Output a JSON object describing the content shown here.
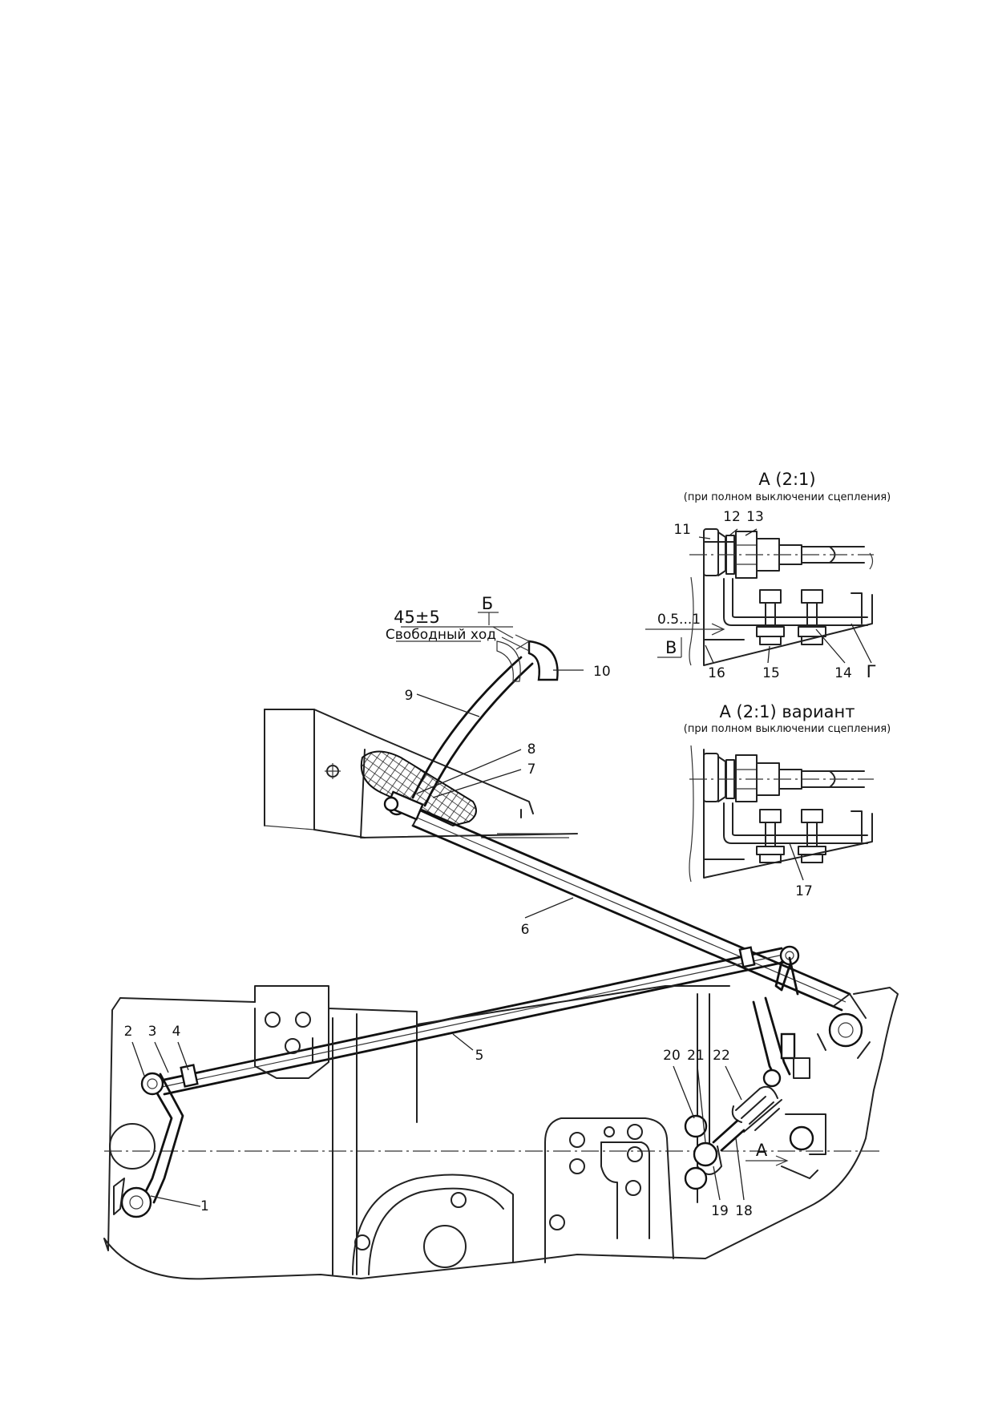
{
  "view_a": {
    "title": "А (2:1)",
    "subtitle": "(при полном выключении сцепления)"
  },
  "view_a_variant": {
    "title": "А (2:1) вариант",
    "subtitle": "(при полном выключении сцепления)"
  },
  "section_b": "Б",
  "free_play": {
    "value": "45±5",
    "label": "Свободный ход"
  },
  "clearance": "0.5...1",
  "section_v": "В",
  "section_g": "Г",
  "view_marker_a": "А",
  "callouts": {
    "c1": "1",
    "c2": "2",
    "c3": "3",
    "c4": "4",
    "c5": "5",
    "c6": "6",
    "c7": "7",
    "c8": "8",
    "c9": "9",
    "c10": "10",
    "c11": "11",
    "c12": "12",
    "c13": "13",
    "c14": "14",
    "c15": "15",
    "c16": "16",
    "c17": "17",
    "c18": "18",
    "c19": "19",
    "c20": "20",
    "c21": "21",
    "c22": "22"
  }
}
